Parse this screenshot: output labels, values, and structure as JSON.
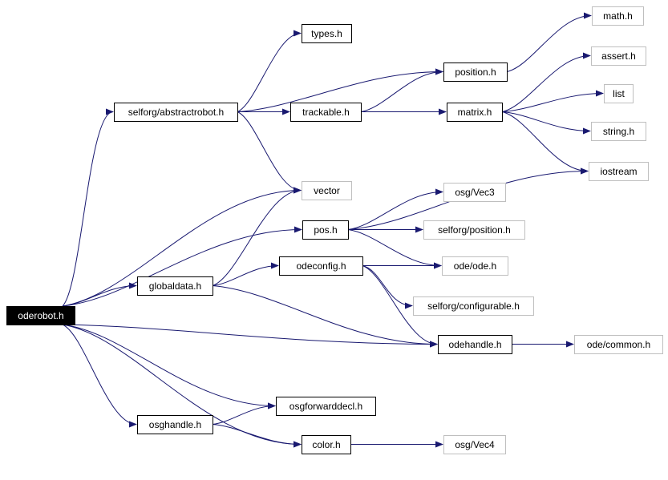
{
  "colors": {
    "edge": "#191970",
    "root_fill": "#000000",
    "root_text": "#ffffff",
    "node_border": "#000000",
    "ext_border": "#bfbfbf",
    "text": "#000000"
  },
  "nodes": [
    {
      "id": "oderobot",
      "label": "oderobot.h",
      "kind": "root"
    },
    {
      "id": "abstractrobot",
      "label": "selforg/abstractrobot.h",
      "kind": "internal"
    },
    {
      "id": "types",
      "label": "types.h",
      "kind": "internal"
    },
    {
      "id": "position",
      "label": "position.h",
      "kind": "internal"
    },
    {
      "id": "trackable",
      "label": "trackable.h",
      "kind": "internal"
    },
    {
      "id": "matrix",
      "label": "matrix.h",
      "kind": "internal"
    },
    {
      "id": "math",
      "label": "math.h",
      "kind": "external"
    },
    {
      "id": "assert",
      "label": "assert.h",
      "kind": "external"
    },
    {
      "id": "list",
      "label": "list",
      "kind": "external"
    },
    {
      "id": "string",
      "label": "string.h",
      "kind": "external"
    },
    {
      "id": "iostream",
      "label": "iostream",
      "kind": "external"
    },
    {
      "id": "vector",
      "label": "vector",
      "kind": "external"
    },
    {
      "id": "osgvec3",
      "label": "osg/Vec3",
      "kind": "external"
    },
    {
      "id": "pos",
      "label": "pos.h",
      "kind": "internal"
    },
    {
      "id": "selforgposition",
      "label": "selforg/position.h",
      "kind": "external"
    },
    {
      "id": "odeconfig",
      "label": "odeconfig.h",
      "kind": "internal"
    },
    {
      "id": "odeode",
      "label": "ode/ode.h",
      "kind": "external"
    },
    {
      "id": "globaldata",
      "label": "globaldata.h",
      "kind": "internal"
    },
    {
      "id": "configurable",
      "label": "selforg/configurable.h",
      "kind": "external"
    },
    {
      "id": "odehandle",
      "label": "odehandle.h",
      "kind": "internal"
    },
    {
      "id": "odecommon",
      "label": "ode/common.h",
      "kind": "external"
    },
    {
      "id": "osgforwarddecl",
      "label": "osgforwarddecl.h",
      "kind": "internal"
    },
    {
      "id": "osghandle",
      "label": "osghandle.h",
      "kind": "internal"
    },
    {
      "id": "color",
      "label": "color.h",
      "kind": "internal"
    },
    {
      "id": "osgvec4",
      "label": "osg/Vec4",
      "kind": "external"
    }
  ],
  "edges": [
    {
      "from": "oderobot",
      "to": "abstractrobot"
    },
    {
      "from": "oderobot",
      "to": "vector"
    },
    {
      "from": "oderobot",
      "to": "pos"
    },
    {
      "from": "oderobot",
      "to": "globaldata"
    },
    {
      "from": "oderobot",
      "to": "odehandle"
    },
    {
      "from": "oderobot",
      "to": "osgforwarddecl"
    },
    {
      "from": "oderobot",
      "to": "osghandle"
    },
    {
      "from": "oderobot",
      "to": "color"
    },
    {
      "from": "abstractrobot",
      "to": "types"
    },
    {
      "from": "abstractrobot",
      "to": "position"
    },
    {
      "from": "abstractrobot",
      "to": "trackable"
    },
    {
      "from": "abstractrobot",
      "to": "vector"
    },
    {
      "from": "position",
      "to": "math"
    },
    {
      "from": "trackable",
      "to": "position"
    },
    {
      "from": "trackable",
      "to": "matrix"
    },
    {
      "from": "matrix",
      "to": "assert"
    },
    {
      "from": "matrix",
      "to": "list"
    },
    {
      "from": "matrix",
      "to": "string"
    },
    {
      "from": "matrix",
      "to": "iostream"
    },
    {
      "from": "pos",
      "to": "iostream"
    },
    {
      "from": "pos",
      "to": "osgvec3"
    },
    {
      "from": "pos",
      "to": "selforgposition"
    },
    {
      "from": "pos",
      "to": "odeode"
    },
    {
      "from": "globaldata",
      "to": "vector"
    },
    {
      "from": "globaldata",
      "to": "odeconfig"
    },
    {
      "from": "globaldata",
      "to": "odehandle"
    },
    {
      "from": "odeconfig",
      "to": "odeode"
    },
    {
      "from": "odeconfig",
      "to": "configurable"
    },
    {
      "from": "odeconfig",
      "to": "odehandle"
    },
    {
      "from": "odehandle",
      "to": "odecommon"
    },
    {
      "from": "osghandle",
      "to": "osgforwarddecl"
    },
    {
      "from": "osghandle",
      "to": "color"
    },
    {
      "from": "color",
      "to": "osgvec4"
    }
  ]
}
